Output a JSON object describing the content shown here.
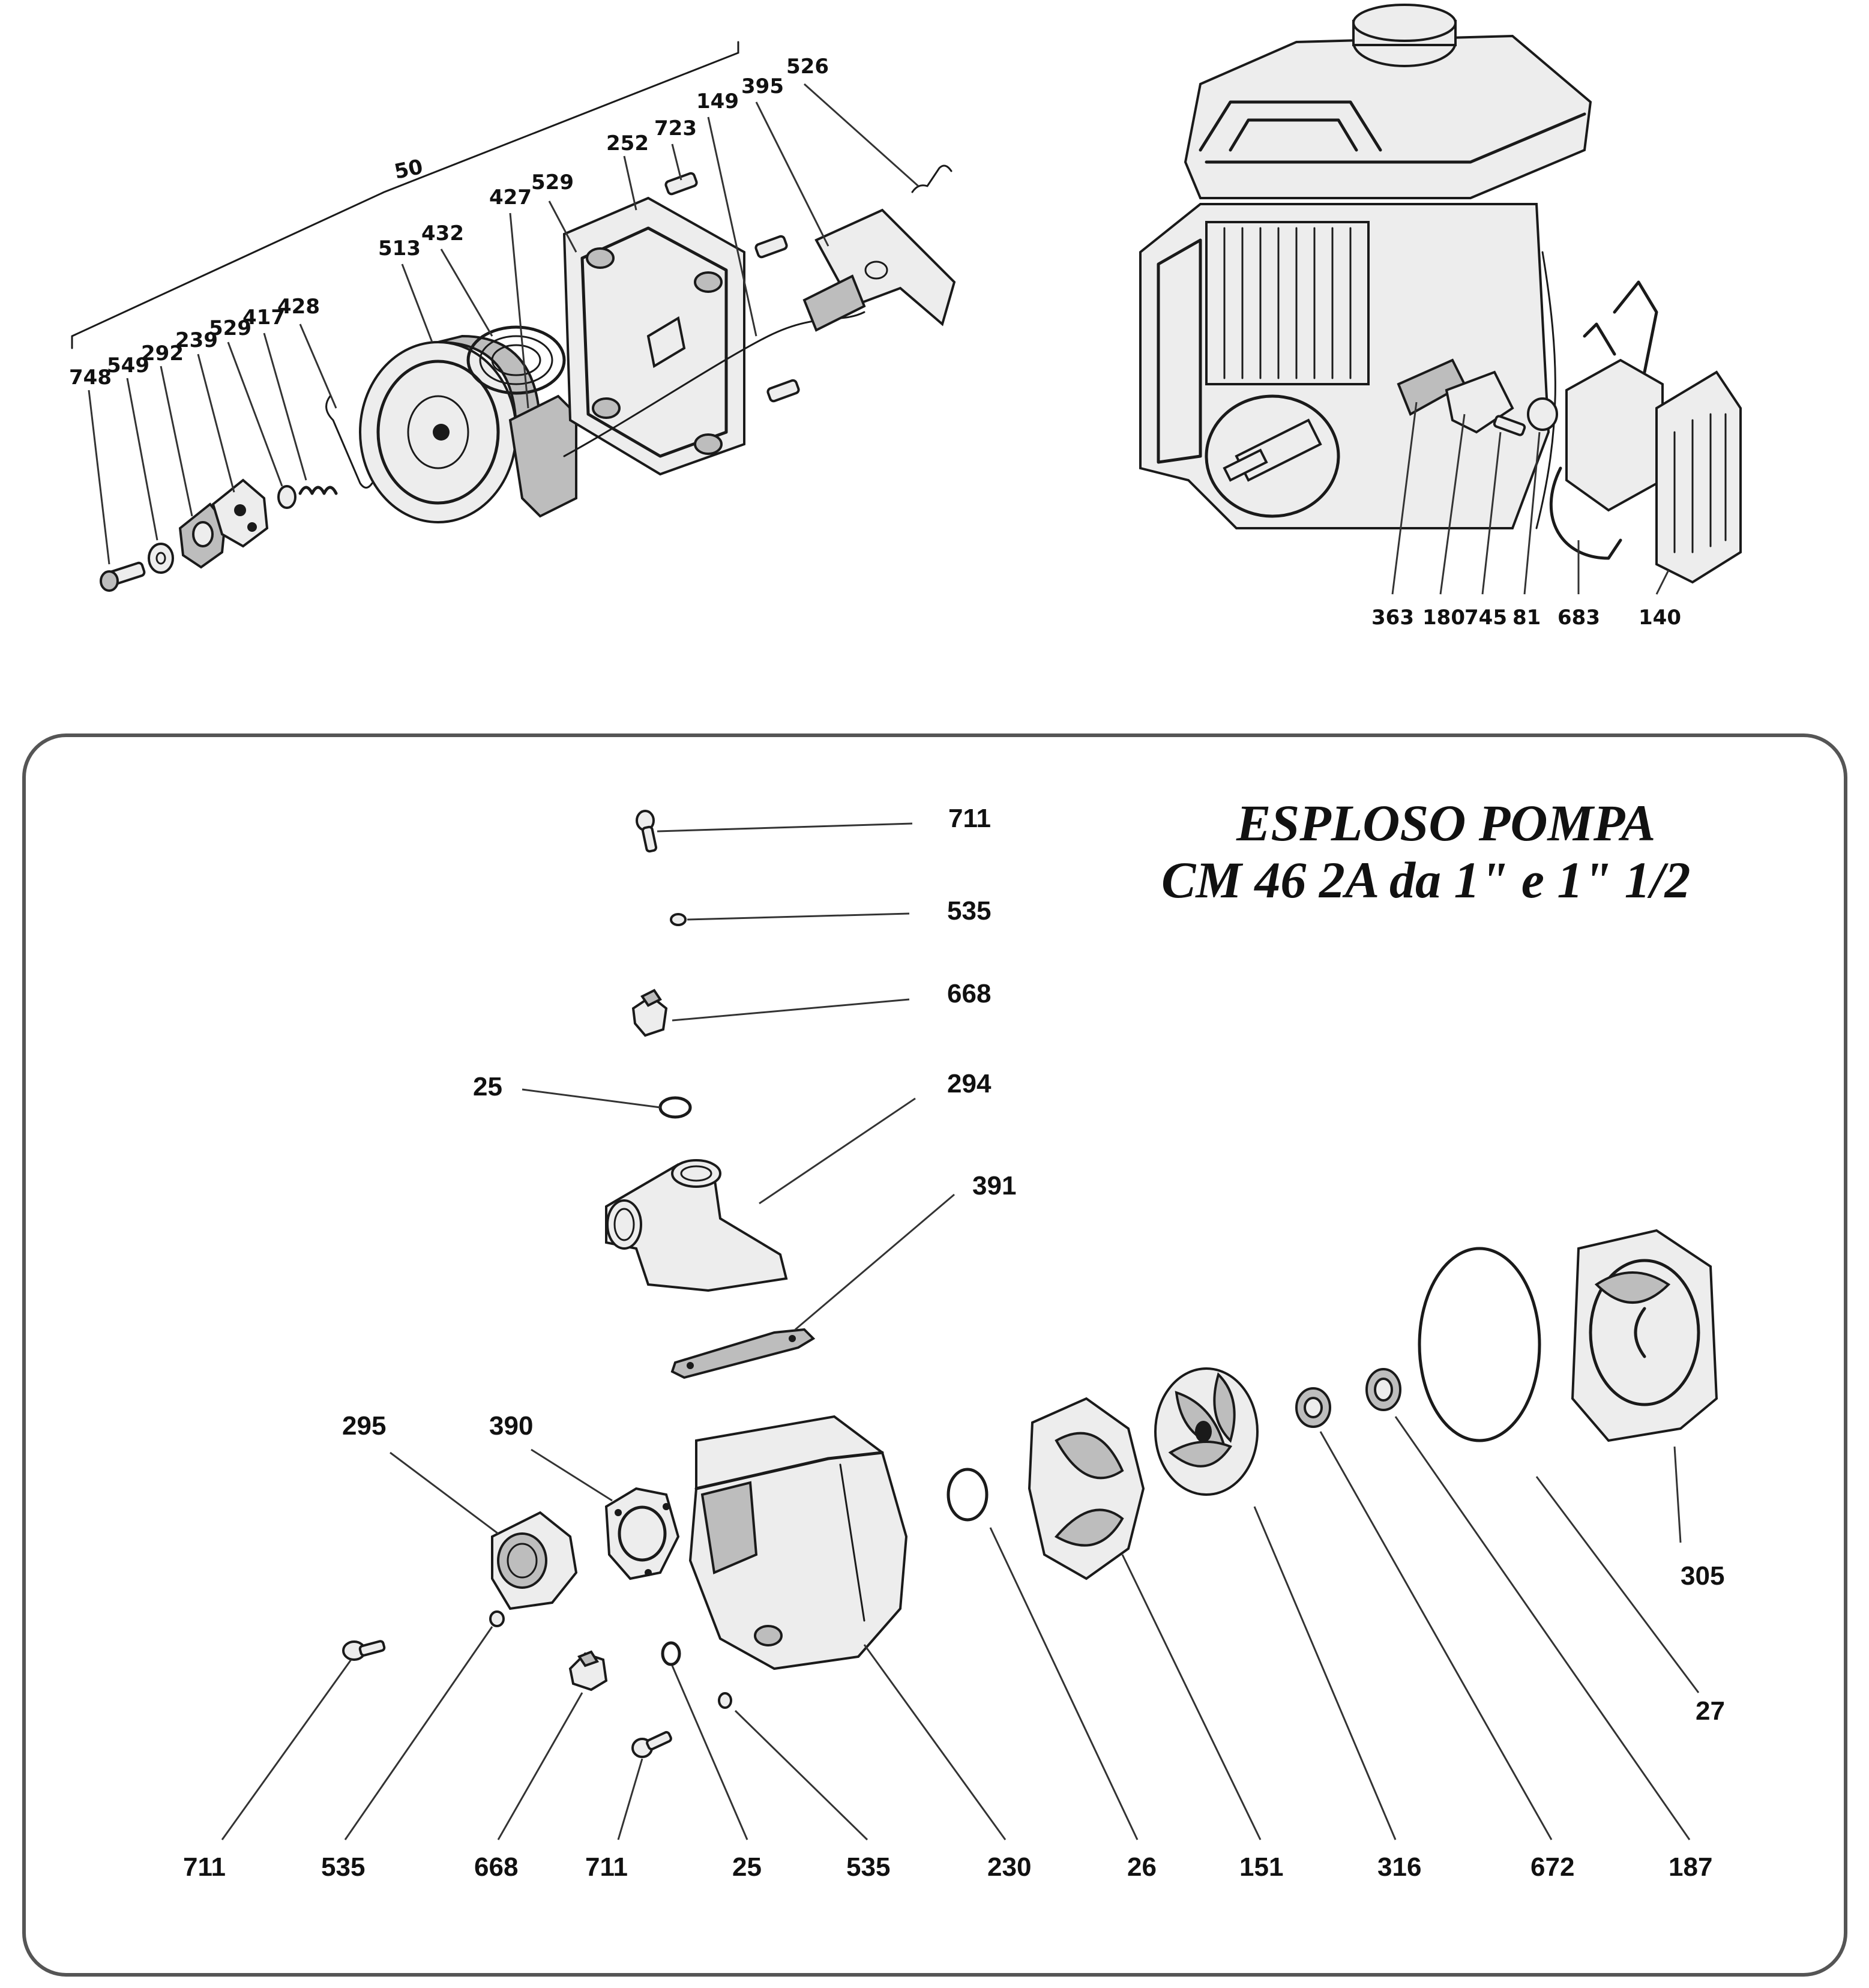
{
  "title": {
    "line1": "ESPLOSO POMPA",
    "line2": "CM 46 2A  da 1\"  e 1\" 1/2"
  },
  "recoil_starter": {
    "group_label": "50",
    "labels": [
      "748",
      "549",
      "292",
      "239",
      "529",
      "417",
      "428",
      "513",
      "432",
      "427",
      "529",
      "252",
      "723",
      "149",
      "395",
      "526"
    ]
  },
  "engine_carburetor": {
    "labels": [
      "363",
      "180",
      "745",
      "81",
      "683",
      "140"
    ]
  },
  "pump": {
    "top_labels": [
      "711",
      "535",
      "668",
      "25",
      "294",
      "391"
    ],
    "mid_labels": [
      "295",
      "390",
      "305",
      "27"
    ],
    "bottom_labels": [
      "711",
      "535",
      "668",
      "711",
      "25",
      "535",
      "230",
      "26",
      "151",
      "316",
      "672",
      "187"
    ]
  }
}
